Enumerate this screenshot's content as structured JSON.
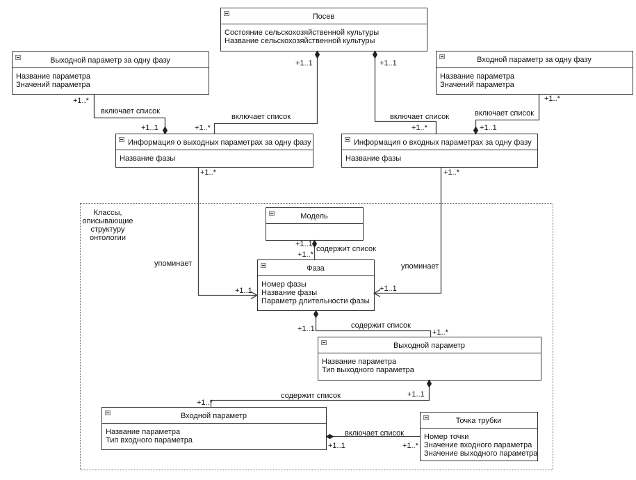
{
  "group": {
    "label_lines": [
      "Классы,",
      "описывающие",
      "структуру",
      "онтологии"
    ]
  },
  "classes": [
    {
      "id": "posev",
      "name": "Посев",
      "attributes": [
        "Состояние сельскохозяйственной культуры",
        "Название сельскохозяйственной культуры"
      ]
    },
    {
      "id": "out-param-phase",
      "name": "Выходной параметр за одну фазу",
      "attributes": [
        "Название параметра",
        "Значений параметра"
      ]
    },
    {
      "id": "in-param-phase",
      "name": "Входной параметр за одну фазу",
      "attributes": [
        "Название параметра",
        "Значений параметра"
      ]
    },
    {
      "id": "out-info",
      "name": "Информация о выходных параметрах за одну фазу",
      "attributes": [
        "Название фазы"
      ]
    },
    {
      "id": "in-info",
      "name": "Информация о входных параметрах за одну фазу",
      "attributes": [
        "Название фазы"
      ]
    },
    {
      "id": "model",
      "name": "Модель",
      "attributes": []
    },
    {
      "id": "phase",
      "name": "Фаза",
      "attributes": [
        "Номер фазы",
        "Название фазы",
        "Параметр длительности фазы"
      ]
    },
    {
      "id": "out-param",
      "name": "Выходной параметр",
      "attributes": [
        "Название параметра",
        "Тип выходного параметра"
      ]
    },
    {
      "id": "in-param",
      "name": "Входной параметр",
      "attributes": [
        "Название параметра",
        "Тип входного параметра"
      ]
    },
    {
      "id": "tube-point",
      "name": "Точка трубки",
      "attributes": [
        "Номер точки",
        "Значение входного параметра",
        "Значение выходного параметра"
      ]
    }
  ],
  "associations": [
    {
      "from": "Выходной параметр за одну фазу",
      "to": "Информация о выходных параметрах за одну фазу",
      "kind": "composition",
      "label": "включает список",
      "mult_a": "+1..*",
      "mult_b": "+1..1"
    },
    {
      "from": "Посев",
      "to": "Информация о выходных параметрах за одну фазу",
      "kind": "composition",
      "label": "включает список",
      "mult_a": "+1..1",
      "mult_b": "+1..*"
    },
    {
      "from": "Посев",
      "to": "Информация о входных параметрах за одну фазу",
      "kind": "composition",
      "label": "включает список",
      "mult_a": "+1..1",
      "mult_b": "+1..*"
    },
    {
      "from": "Входной параметр за одну фазу",
      "to": "Информация о входных параметрах за одну фазу",
      "kind": "composition",
      "label": "включает список",
      "mult_a": "+1..*",
      "mult_b": "+1..1"
    },
    {
      "from": "Информация о выходных параметрах за одну фазу",
      "to": "Фаза",
      "kind": "directed",
      "label": "упоминает",
      "mult_a": "+1..*",
      "mult_b": "+1..1"
    },
    {
      "from": "Информация о входных параметрах за одну фазу",
      "to": "Фаза",
      "kind": "directed",
      "label": "упоминает",
      "mult_a": "+1..*",
      "mult_b": "+1..1"
    },
    {
      "from": "Модель",
      "to": "Фаза",
      "kind": "composition",
      "label": "содержит список",
      "mult_a": "+1..1",
      "mult_b": "+1..*"
    },
    {
      "from": "Фаза",
      "to": "Выходной параметр",
      "kind": "composition",
      "label": "содержит список",
      "mult_a": "+1..1",
      "mult_b": "+1..*"
    },
    {
      "from": "Выходной параметр",
      "to": "Входной параметр",
      "kind": "composition",
      "label": "содержит список",
      "mult_a": "+1..1",
      "mult_b": "+1..*"
    },
    {
      "from": "Входной параметр",
      "to": "Точка трубки",
      "kind": "composition",
      "label": "включает список",
      "mult_a": "+1..1",
      "mult_b": "+1..*"
    }
  ],
  "colors": {
    "line": "#444444",
    "border": "#333333",
    "collapse_icon": "#888888"
  }
}
